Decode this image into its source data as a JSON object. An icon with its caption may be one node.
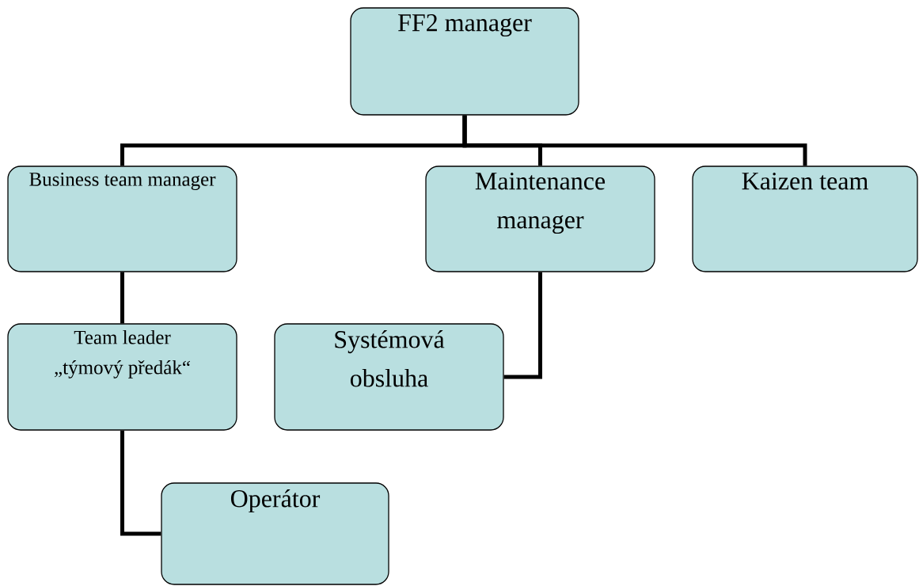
{
  "diagram": {
    "nodes": [
      {
        "text": [
          "FF2 manager"
        ]
      },
      {
        "text": [
          "Business team manager"
        ]
      },
      {
        "text": [
          "Maintenance manager"
        ]
      },
      {
        "text": [
          "Kaizen team"
        ]
      },
      {
        "text": [
          "Team leader",
          "„týmový předák“"
        ]
      },
      {
        "text": [
          "Systémová obsluha"
        ]
      },
      {
        "text": [
          "Operátor"
        ]
      }
    ],
    "edges": [
      {
        "from": 0,
        "to": 1,
        "arrow": "none"
      },
      {
        "from": 0,
        "to": 2,
        "arrow": "none"
      },
      {
        "from": 0,
        "to": 3,
        "arrow": "none"
      },
      {
        "from": 1,
        "to": 4,
        "arrow": "none"
      },
      {
        "from": 2,
        "to": 5,
        "arrow": "none"
      },
      {
        "from": 4,
        "to": 6,
        "arrow": "none"
      }
    ]
  }
}
